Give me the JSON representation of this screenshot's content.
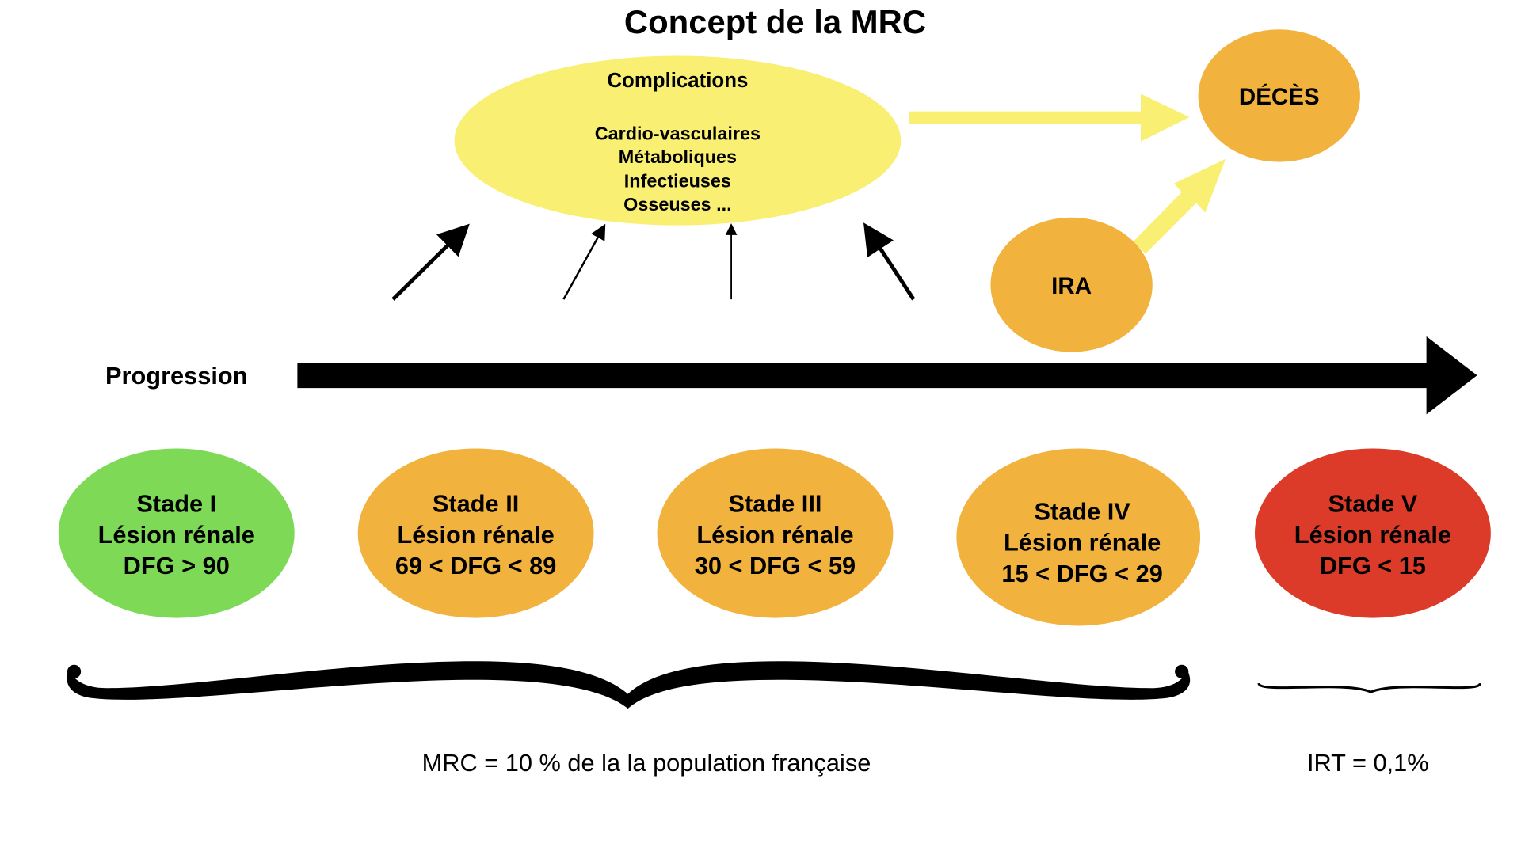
{
  "title": "Concept de la MRC",
  "complications": {
    "heading": "Complications",
    "items": [
      "Cardio-vasculaires",
      "Métaboliques",
      "Infectieuses",
      "Osseuses ..."
    ]
  },
  "deces": "DÉCÈS",
  "ira": "IRA",
  "progression_label": "Progression",
  "stages": [
    {
      "name": "Stade I",
      "desc": "Lésion rénale",
      "dfg": "DFG > 90",
      "color": "#7ed957"
    },
    {
      "name": "Stade II",
      "desc": "Lésion rénale",
      "dfg": "69 < DFG < 89",
      "color": "#f2b23e"
    },
    {
      "name": "Stade III",
      "desc": "Lésion rénale",
      "dfg": "30 < DFG < 59",
      "color": "#f2b23e"
    },
    {
      "name": "Stade IV",
      "desc": "Lésion rénale",
      "dfg": "15 < DFG < 29",
      "color": "#f2b23e"
    },
    {
      "name": "Stade V",
      "desc": "Lésion rénale",
      "dfg": "DFG < 15",
      "color": "#dc3b2a"
    }
  ],
  "footer": {
    "mrc": "MRC = 10 % de la la population française",
    "irt": "IRT = 0,1%"
  },
  "colors": {
    "yellow": "#f9ef72",
    "orange": "#f2b23e",
    "arrow_yellow": "#f9ef72"
  }
}
